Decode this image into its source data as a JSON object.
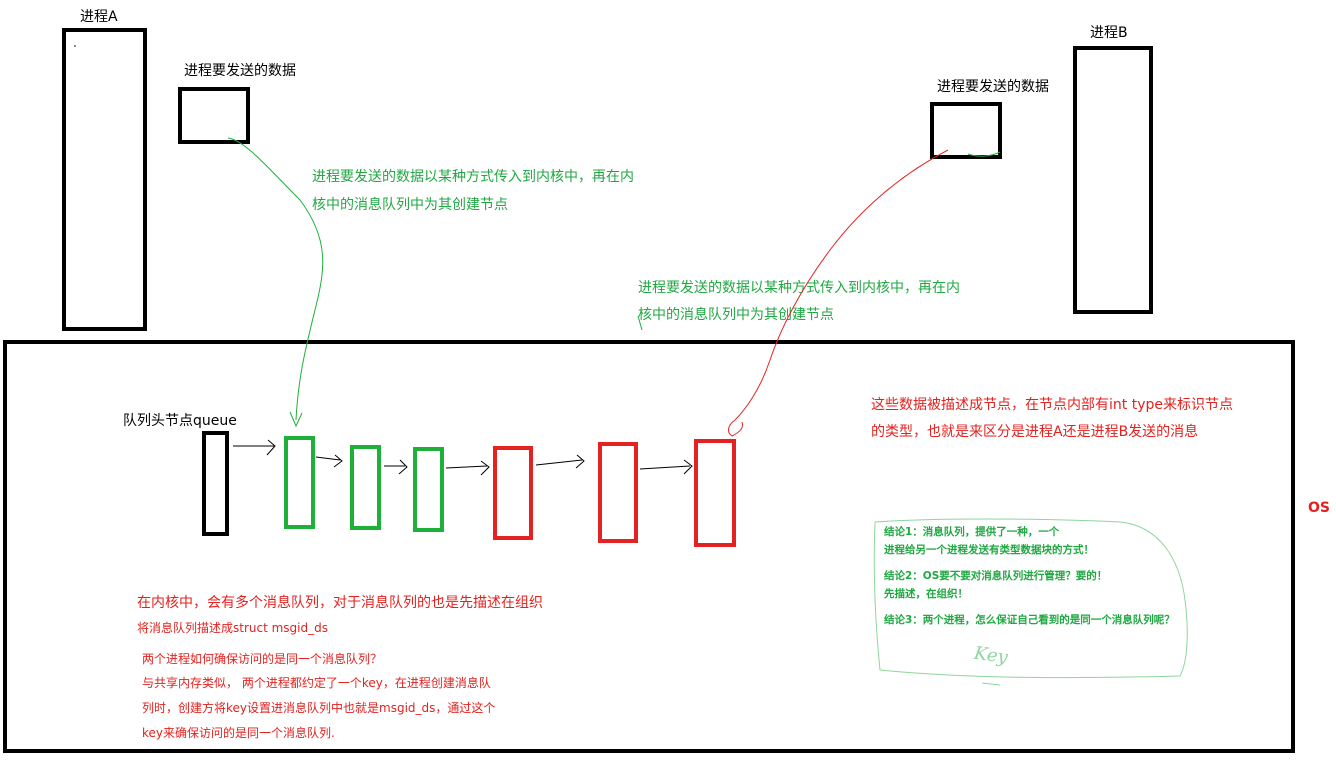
{
  "process_a": {
    "label": "进程A",
    "data_label": "进程要发送的数据"
  },
  "process_b": {
    "label": "进程B",
    "data_label": "进程要发送的数据"
  },
  "note_green": {
    "line1": "进程要发送的数据以某种方式传入到内核中，再在内",
    "line2": "核中的消息队列中为其创建节点"
  },
  "note_green2": {
    "line1": "进程要发送的数据以某种方式传入到内核中，再在内",
    "line2": "核中的消息队列中为其创建节点"
  },
  "queue_head_label": "队列头节点queue",
  "node_desc": {
    "line1": "这些数据被描述成节点，在节点内部有int type来标识节点",
    "line2": "的类型，也就是来区分是进程A还是进程B发送的消息"
  },
  "os_label": "OS",
  "kernel_note": {
    "line1": "在内核中，会有多个消息队列，对于消息队列的也是先描述在组织",
    "line2": "将消息队列描述成struct msgid_ds",
    "q": "两个进程如何确保访问的是同一个消息队列？",
    "a1": "与共享内存类似， 两个进程都约定了一个key，在进程创建消息队",
    "a2": "列时，创建方将key设置进消息队列中也就是msgid_ds，通过这个",
    "a3": "key来确保访问的是同一个消息队列."
  },
  "conclusions": {
    "c1a": "结论1：消息队列，提供了一种，一个",
    "c1b": "进程给另一个进程发送有类型数据块的方式！",
    "c2a": "结论2：OS要不要对消息队列进行管理？要的！",
    "c2b": "先描述，在组织！",
    "c3": "结论3：两个进程，怎么保证自己看到的是同一个消息队列呢？",
    "handwritten": "Key"
  },
  "colors": {
    "green": "#1fb03a",
    "red": "#e52222",
    "black": "#000000"
  }
}
